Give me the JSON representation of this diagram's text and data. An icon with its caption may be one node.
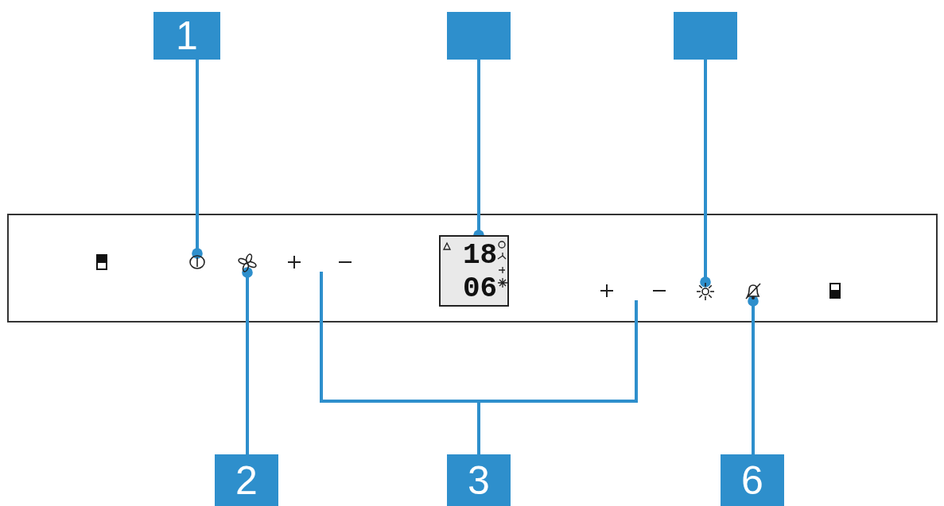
{
  "diagram": {
    "nodes": [
      {
        "text": [
          "1"
        ]
      },
      {
        "text": [],
        "shape": "box"
      },
      {
        "text": [],
        "shape": "box"
      },
      {
        "text": [],
        "shape": "icon"
      },
      {
        "text": [],
        "shape": "icon"
      },
      {
        "text": [],
        "shape": "icon"
      },
      {
        "text": [
          "18",
          "06"
        ]
      },
      {
        "text": [],
        "shape": "icon"
      },
      {
        "text": [],
        "shape": "icon"
      },
      {
        "text": [],
        "shape": "icon"
      },
      {
        "text": [
          "2"
        ]
      },
      {
        "text": [
          "3"
        ]
      },
      {
        "text": [
          "6"
        ]
      }
    ],
    "edges": [
      {
        "from": 0,
        "to": 3,
        "arrow": "other"
      },
      {
        "from": 1,
        "to": 6,
        "arrow": "other"
      },
      {
        "from": 2,
        "to": 8,
        "arrow": "other"
      },
      {
        "from": 10,
        "to": 4,
        "arrow": "other"
      },
      {
        "from": 11,
        "to": 5,
        "arrow": "none"
      },
      {
        "from": 11,
        "to": 7,
        "arrow": "none"
      },
      {
        "from": 12,
        "to": 9,
        "arrow": "other"
      }
    ]
  }
}
